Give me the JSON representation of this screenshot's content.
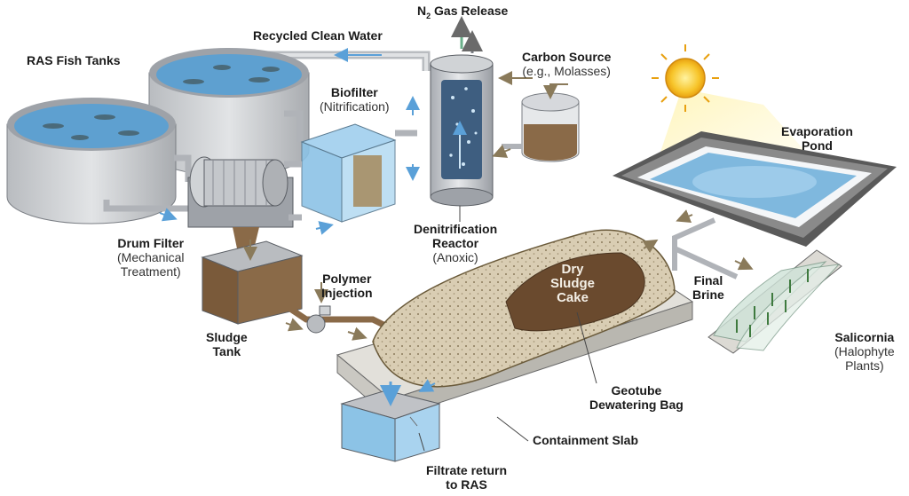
{
  "labels": {
    "ras_fish_tanks": "RAS Fish Tanks",
    "recycled_clean_water": "Recycled Clean Water",
    "n2_gas_release_prefix": "N",
    "n2_gas_release_sub": "2",
    "n2_gas_release_suffix": " Gas Release",
    "carbon_source": "Carbon Source",
    "carbon_source_sub": "(e.g., Molasses)",
    "biofilter": "Biofilter",
    "biofilter_sub": "(Nitrification)",
    "evaporation_pond_1": "Evaporation",
    "evaporation_pond_2": "Pond",
    "drum_filter": "Drum Filter",
    "drum_filter_sub1": "(Mechanical",
    "drum_filter_sub2": "Treatment)",
    "denitrification_1": "Denitrification",
    "denitrification_2": "Reactor",
    "denitrification_sub": "(Anoxic)",
    "polymer_injection_1": "Polymer",
    "polymer_injection_2": "Injection",
    "dry_sludge_cake_1": "Dry",
    "dry_sludge_cake_2": "Sludge",
    "dry_sludge_cake_3": "Cake",
    "final_brine_1": "Final",
    "final_brine_2": "Brine",
    "sludge_tank_1": "Sludge",
    "sludge_tank_2": "Tank",
    "salicornia": "Salicornia",
    "salicornia_sub1": "(Halophyte",
    "salicornia_sub2": "Plants)",
    "geotube_1": "Geotube",
    "geotube_2": "Dewatering Bag",
    "containment_slab": "Containment Slab",
    "filtrate_1": "Filtrate return",
    "filtrate_2": "to RAS"
  },
  "colors": {
    "water": "#7fb8de",
    "water_dark": "#4a8cc0",
    "metal": "#c9ccd0",
    "metal_dark": "#8a8f96",
    "sludge": "#7a5a3a",
    "geotube": "#d9cdb3",
    "concrete": "#d8d6d0",
    "sun": "#f7c52b",
    "arrow": "#8a7a5a",
    "arrow_blue": "#5aa0d8"
  }
}
